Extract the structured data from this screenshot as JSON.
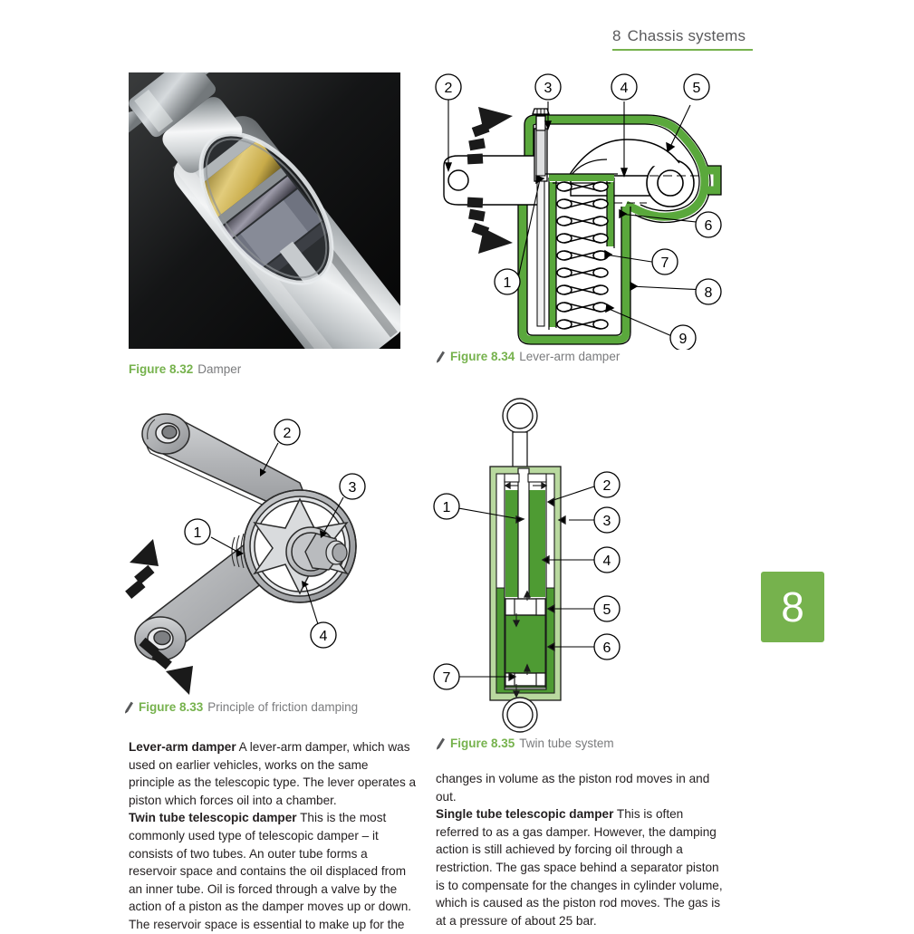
{
  "running_head": {
    "chapter_number": "8",
    "title": "Chassis systems",
    "rule_color": "#76b24d"
  },
  "chapter_tab": {
    "number": "8",
    "background": "#76b24d",
    "text_color": "#ffffff"
  },
  "figures": [
    {
      "id": "fig-8-32",
      "label": "Figure 8.32",
      "description": "Damper",
      "has_pencil_icon": false,
      "kind": "photograph",
      "photo": {
        "subject": "cutaway telescopic damper",
        "background": "#0c0c0c",
        "body_color": "#c9ccce",
        "highlight_color": "#f2f4f5",
        "accent_color": "#c9a949"
      }
    },
    {
      "id": "fig-8-34",
      "label": "Figure 8.34",
      "description": "Lever-arm damper",
      "has_pencil_icon": true,
      "kind": "line-diagram",
      "accent_color": "#5aa83c",
      "callouts": [
        "2",
        "3",
        "4",
        "5",
        "6",
        "7",
        "8",
        "9",
        "1"
      ]
    },
    {
      "id": "fig-8-33",
      "label": "Figure 8.33",
      "description": "Principle of friction damping",
      "has_pencil_icon": true,
      "kind": "line-diagram",
      "shade_color": "#a7a9ac",
      "callouts": [
        "1",
        "2",
        "3",
        "4"
      ]
    },
    {
      "id": "fig-8-35",
      "label": "Figure 8.35",
      "description": "Twin tube system",
      "has_pencil_icon": true,
      "kind": "line-diagram",
      "oil_color": "#4e9b33",
      "shell_color": "#b9d99f",
      "callouts": [
        "1",
        "2",
        "3",
        "4",
        "5",
        "6",
        "7"
      ]
    }
  ],
  "body": {
    "left_column": [
      {
        "lead": "Lever-arm damper",
        "text": " A lever-arm damper, which was used on earlier vehicles, works on the same principle as the telescopic type. The lever operates a piston which forces oil into a chamber."
      },
      {
        "lead": "Twin tube telescopic damper",
        "text": " This is the most commonly used type of telescopic damper – it consists of two tubes. An outer tube forms a reservoir space and contains the oil displaced from an inner tube. Oil is forced through a valve by the action of a piston as the damper moves up or down. The reservoir space is essential to make up for the"
      }
    ],
    "right_column": [
      {
        "lead": "",
        "text": "changes in volume as the piston rod moves in and out."
      },
      {
        "lead": "Single tube telescopic damper",
        "text": " This is often referred to as a gas damper. However, the damping action is still achieved by forcing oil through a restriction. The gas space behind a separator piston is to compensate for the changes in cylinder volume, which is caused as the piston rod moves. The gas is at a pressure of about 25 bar."
      }
    ]
  }
}
